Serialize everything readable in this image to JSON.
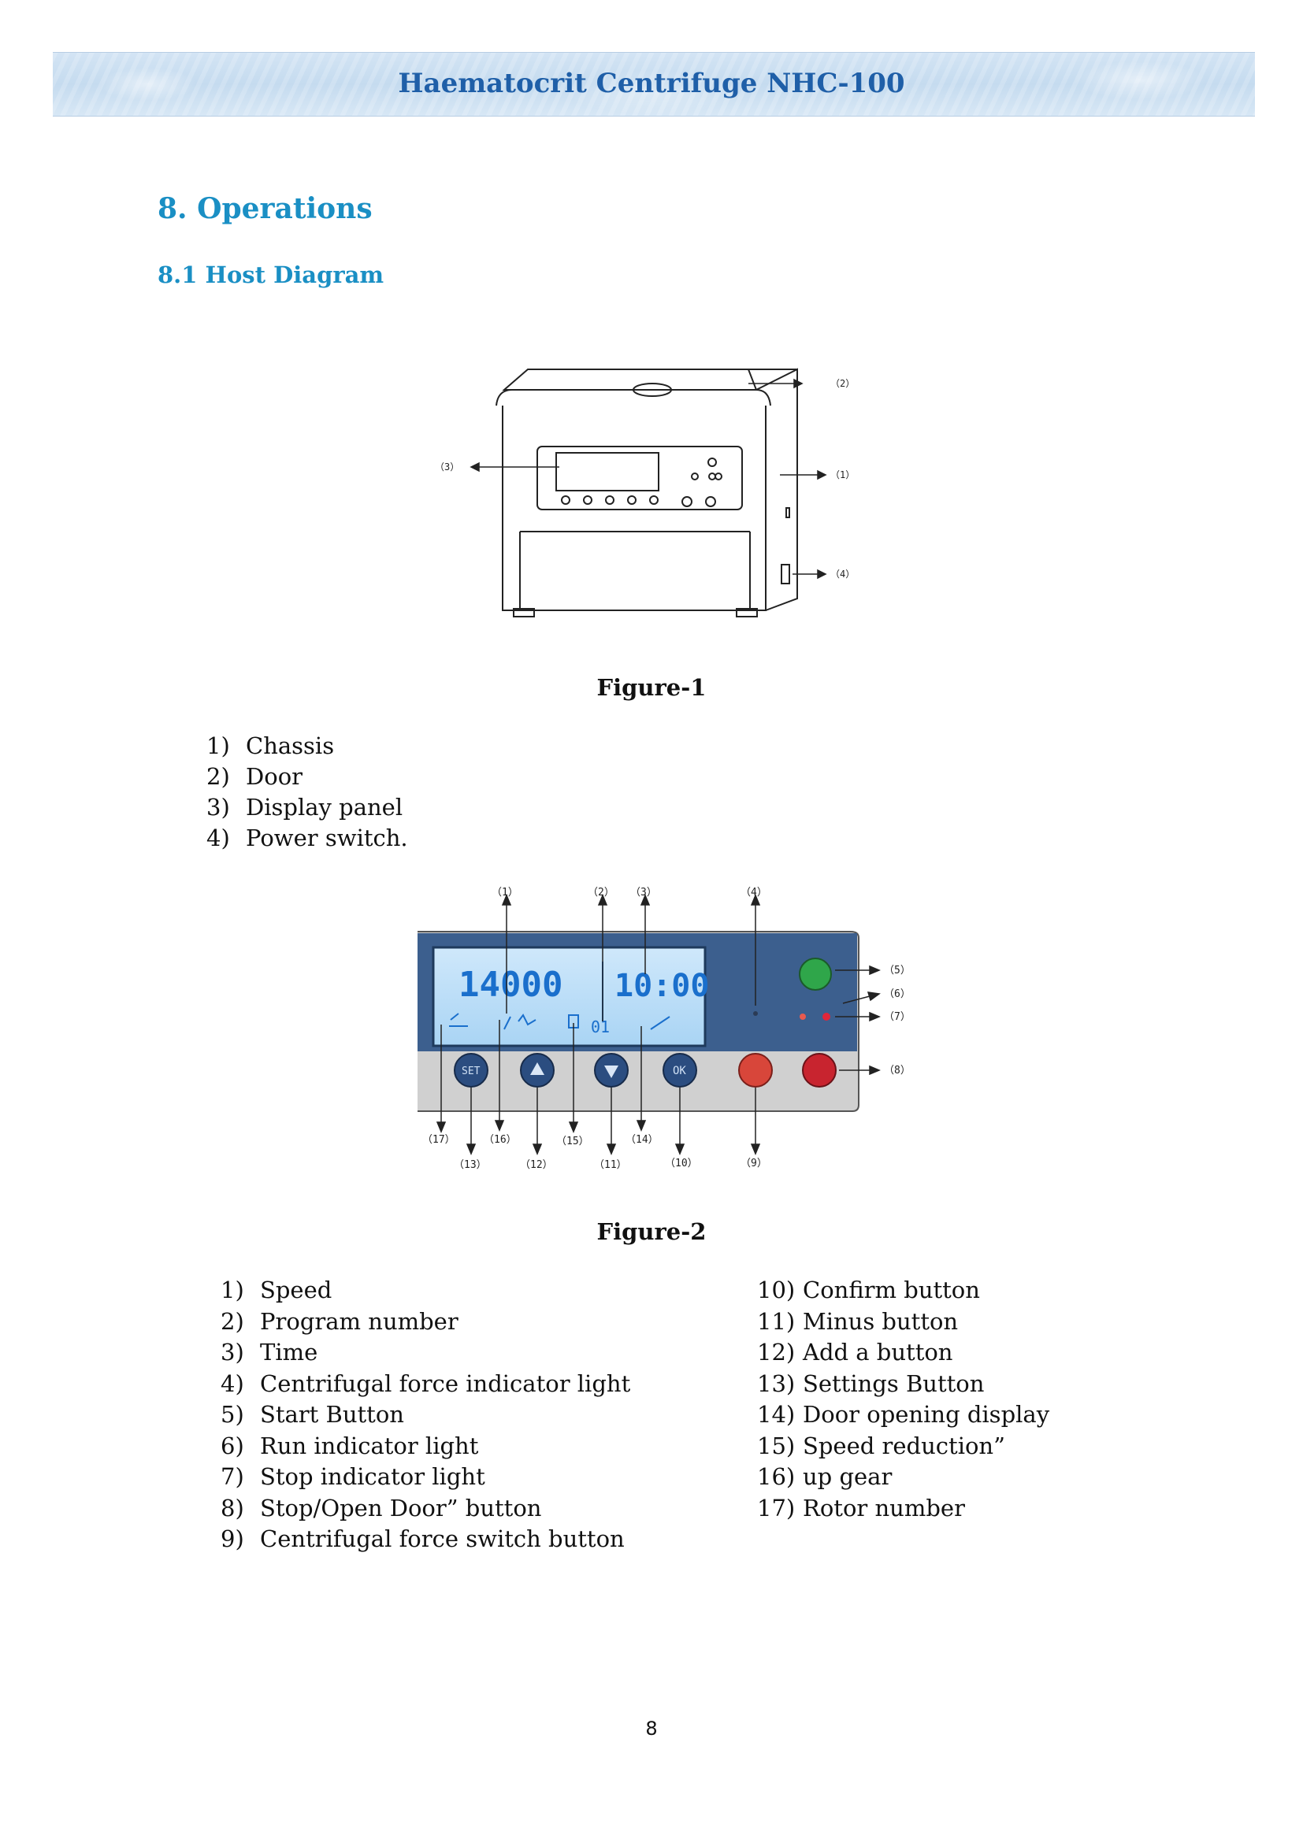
{
  "header": {
    "title": "Haematocrit Centrifuge NHC-100"
  },
  "section": {
    "heading": "8.  Operations",
    "subheading": "8.1  Host Diagram"
  },
  "figure1": {
    "caption": "Figure-1",
    "callouts": [
      "（1）",
      "（2）",
      "（3）",
      "（4）"
    ],
    "items": [
      {
        "num": "1)",
        "label": "Chassis"
      },
      {
        "num": "2)",
        "label": "Door"
      },
      {
        "num": "3)",
        "label": "Display panel"
      },
      {
        "num": "4)",
        "label": "Power switch."
      }
    ]
  },
  "figure2": {
    "caption": "Figure-2",
    "lcd": {
      "speed": "14000",
      "time": "10:00",
      "program": "01"
    },
    "buttons": {
      "set": "SET",
      "ok": "OK"
    },
    "callouts": [
      "（1）",
      "（2）",
      "（3）",
      "（4）",
      "（5）",
      "（6）",
      "（7）",
      "（8）",
      "（9）",
      "（10）",
      "（11）",
      "（12）",
      "（13）",
      "（14）",
      "（15）",
      "（16）",
      "（17）"
    ],
    "items_left": [
      {
        "num": "1)",
        "label": "Speed"
      },
      {
        "num": "2)",
        "label": "Program number"
      },
      {
        "num": "3)",
        "label": "Time"
      },
      {
        "num": "4)",
        "label": "Centrifugal force indicator light"
      },
      {
        "num": "5)",
        "label": "Start Button"
      },
      {
        "num": "6)",
        "label": "Run indicator light"
      },
      {
        "num": "7)",
        "label": "Stop indicator light"
      },
      {
        "num": "8)",
        "label": "Stop/Open Door” button"
      },
      {
        "num": "9)",
        "label": "Centrifugal force switch button"
      }
    ],
    "items_right": [
      {
        "num": "10)",
        "label": "Confirm button"
      },
      {
        "num": "11)",
        "label": "Minus button"
      },
      {
        "num": "12)",
        "label": "Add a button"
      },
      {
        "num": "13)",
        "label": "Settings Button"
      },
      {
        "num": "14)",
        "label": "Door opening display"
      },
      {
        "num": "15)",
        "label": "Speed reduction”"
      },
      {
        "num": "16)",
        "label": "up gear"
      },
      {
        "num": "17)",
        "label": "Rotor number"
      }
    ]
  },
  "footer": {
    "page_number": "8"
  }
}
